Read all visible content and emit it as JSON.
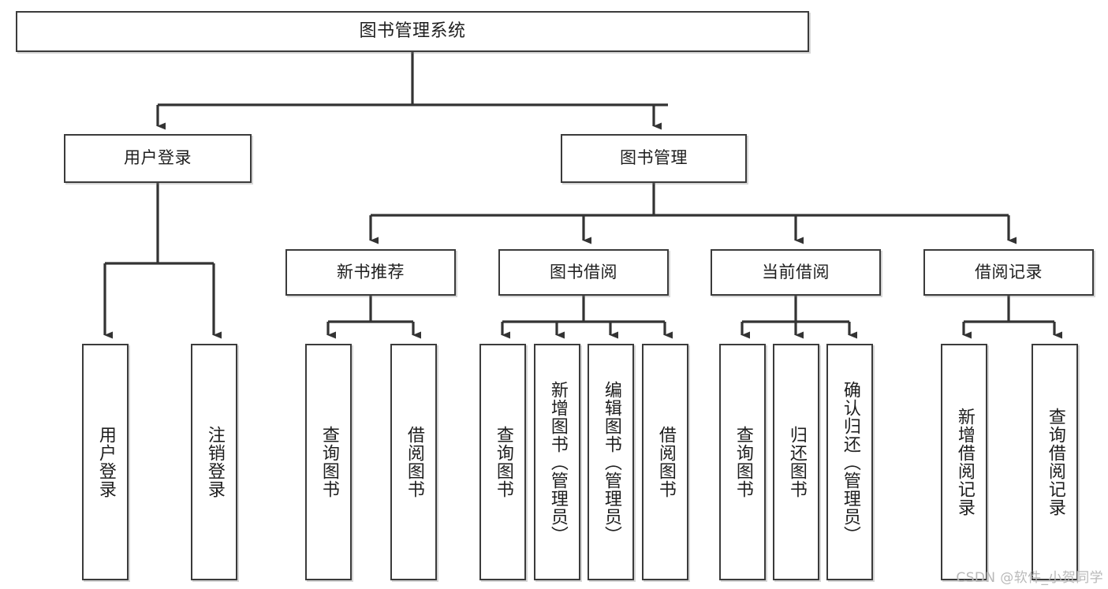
{
  "diagram": {
    "title": "图书管理系统",
    "type": "tree-hierarchy",
    "watermark": "CSDN @软件_小贺同学",
    "colors": {
      "box_border": "#3b3b3b",
      "box_fill": "#ffffff",
      "connector": "#333333",
      "text": "#1e1e1e",
      "watermark": "#b9b9b9",
      "background": "#ffffff"
    },
    "nodes": {
      "root": {
        "label": "图书管理系统"
      },
      "level2": [
        {
          "id": "user-login",
          "label": "用户登录"
        },
        {
          "id": "book-management",
          "label": "图书管理"
        }
      ],
      "level3": [
        {
          "id": "new-book-recommend",
          "label": "新书推荐"
        },
        {
          "id": "book-borrow",
          "label": "图书借阅"
        },
        {
          "id": "current-borrow",
          "label": "当前借阅"
        },
        {
          "id": "borrow-record",
          "label": "借阅记录"
        }
      ],
      "leaves": {
        "user_login": [
          {
            "id": "leaf-user-login",
            "label": "用户登录"
          },
          {
            "id": "leaf-logout-login",
            "label": "注销登录"
          }
        ],
        "new_book_recommend": [
          {
            "id": "leaf-query-book-1",
            "label": "查询图书"
          },
          {
            "id": "leaf-borrow-book-1",
            "label": "借阅图书"
          }
        ],
        "book_borrow": [
          {
            "id": "leaf-query-book-2",
            "label": "查询图书"
          },
          {
            "id": "leaf-add-book",
            "label": "新增图书（管理员）"
          },
          {
            "id": "leaf-edit-book",
            "label": "编辑图书（管理员）"
          },
          {
            "id": "leaf-borrow-book-2",
            "label": "借阅图书"
          }
        ],
        "current_borrow": [
          {
            "id": "leaf-query-book-3",
            "label": "查询图书"
          },
          {
            "id": "leaf-return-book",
            "label": "归还图书"
          },
          {
            "id": "leaf-confirm-return",
            "label": "确认归还（管理员）"
          }
        ],
        "borrow_record": [
          {
            "id": "leaf-add-record",
            "label": "新增借阅记录"
          },
          {
            "id": "leaf-query-record",
            "label": "查询借阅记录"
          }
        ]
      }
    }
  }
}
